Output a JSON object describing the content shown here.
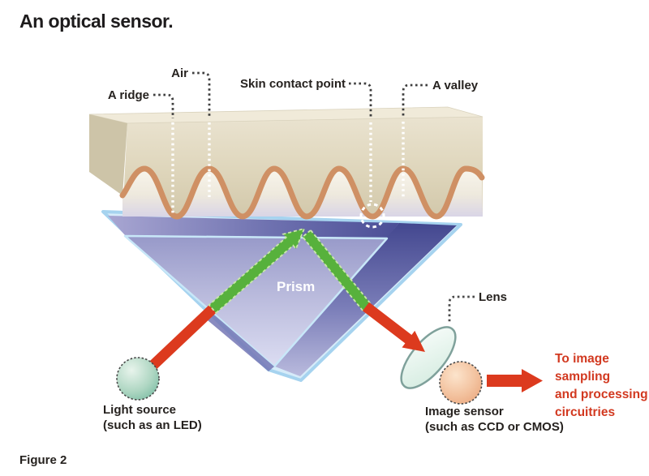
{
  "title": "An optical sensor.",
  "figure_caption": "Figure 2",
  "annotations": {
    "ridge": "A ridge",
    "air": "Air",
    "skin_contact_point": "Skin contact point",
    "valley": "A valley",
    "prism": "Prism",
    "lens": "Lens"
  },
  "components": {
    "light_source": {
      "name": "Light source",
      "detail": "(such as an LED)"
    },
    "image_sensor": {
      "name": "Image sensor",
      "detail": "(such as CCD or CMOS)"
    },
    "output_path": {
      "line1": "To image",
      "line2": "sampling",
      "line3": "and processing",
      "line4": "circuitries"
    }
  },
  "colors": {
    "beam_red": "#dc3a1e",
    "beam_green": "#57b13c",
    "beam_green_dash": "#c9e8a9",
    "prism_edge": "#a6d3ef",
    "prism_face_light": "#dcddf2",
    "prism_face_dark": "#4b4e96",
    "skin_outline": "#cf9064",
    "skin_fill": "#e0d8bf",
    "light_source_fill": "#7fc0a8",
    "image_sensor_fill": "#edaa80",
    "lens_fill": "#dff0e7",
    "label_text": "#26221f",
    "output_text": "#d23920"
  }
}
